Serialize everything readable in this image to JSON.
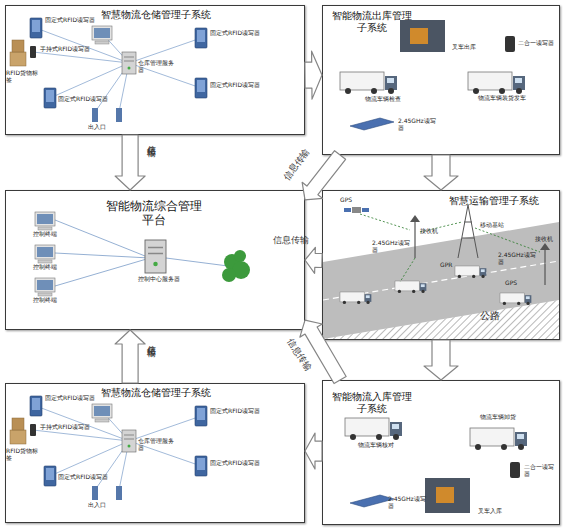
{
  "diagram": {
    "nodes": [
      {
        "text": [
          "智慧物流仓储管理子系统"
        ]
      },
      {
        "text": [
          "智能物流出库管理子系统"
        ]
      },
      {
        "text": [
          "智能物流综合管理平台"
        ]
      },
      {
        "text": [
          "智慧运输管理子系统"
        ]
      },
      {
        "text": [
          "智慧物流仓储管理子系统"
        ]
      },
      {
        "text": [
          "智能物流入库管理子系统"
        ]
      }
    ],
    "edges": [
      {
        "from": 0,
        "to": 1,
        "arrow": "to"
      },
      {
        "from": 0,
        "to": 2,
        "label": "信息传输",
        "arrow": "to"
      },
      {
        "from": 1,
        "to": 2,
        "label": "信息传输",
        "arrow": "to"
      },
      {
        "from": 1,
        "to": 3,
        "arrow": "to"
      },
      {
        "from": 3,
        "to": 2,
        "label": "信息传输",
        "arrow": "to"
      },
      {
        "from": 3,
        "to": 5,
        "arrow": "to"
      },
      {
        "from": 5,
        "to": 2,
        "label": "信息传输",
        "arrow": "to"
      },
      {
        "from": 4,
        "to": 2,
        "label": "信息传输",
        "arrow": "to"
      },
      {
        "from": 5,
        "to": 4,
        "arrow": "to"
      }
    ],
    "labels": [
      "固定式RFID读写器",
      "手持式RFID读写器",
      "RFID货物标签",
      "固定式RFID读写器",
      "仓库管理服务器",
      "固定式RFID读写器",
      "固定式RFID读写器",
      "出入口",
      "叉车出库",
      "二合一读写器",
      "物流车辆检查",
      "物流车辆装货发车",
      "2.45GHz读写器",
      "控制终端",
      "控制终端",
      "控制终端",
      "控制中心服务器",
      "GPS",
      "2.45GHz读写器",
      "接收机",
      "移动基站",
      "GPR",
      "公路",
      "GPS",
      "2.45GHz读写器",
      "接收机",
      "固定式RFID读写器",
      "手持式RFID读写器",
      "RFID货物标签",
      "固定式RFID读写器",
      "仓库管理服务器",
      "固定式RFID读写器",
      "固定式RFID读写器",
      "出入口",
      "物流车辆核对",
      "物流车辆卸货",
      "2.45GHz读写器",
      "二合一读写器",
      "叉车入库"
    ]
  }
}
